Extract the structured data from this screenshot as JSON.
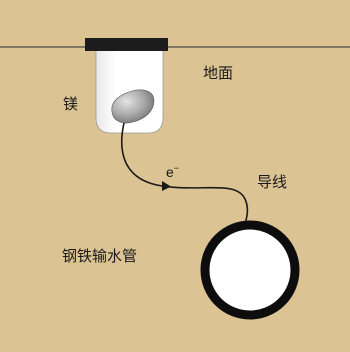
{
  "labels": {
    "ground": "地面",
    "magnesium": "镁",
    "electron": "e",
    "electron_charge": "−",
    "wire": "导线",
    "pipe": "钢铁输水管"
  },
  "colors": {
    "soil": "#dcc393",
    "ground_line": "#4a4a4a",
    "cap": "#1c1c1c",
    "hole": "#ffffff",
    "magnesium": "#a9a9a9",
    "wire": "#1a1a1a",
    "pipe_wall": "#0d0d0d",
    "pipe_inside": "#ffffff"
  }
}
